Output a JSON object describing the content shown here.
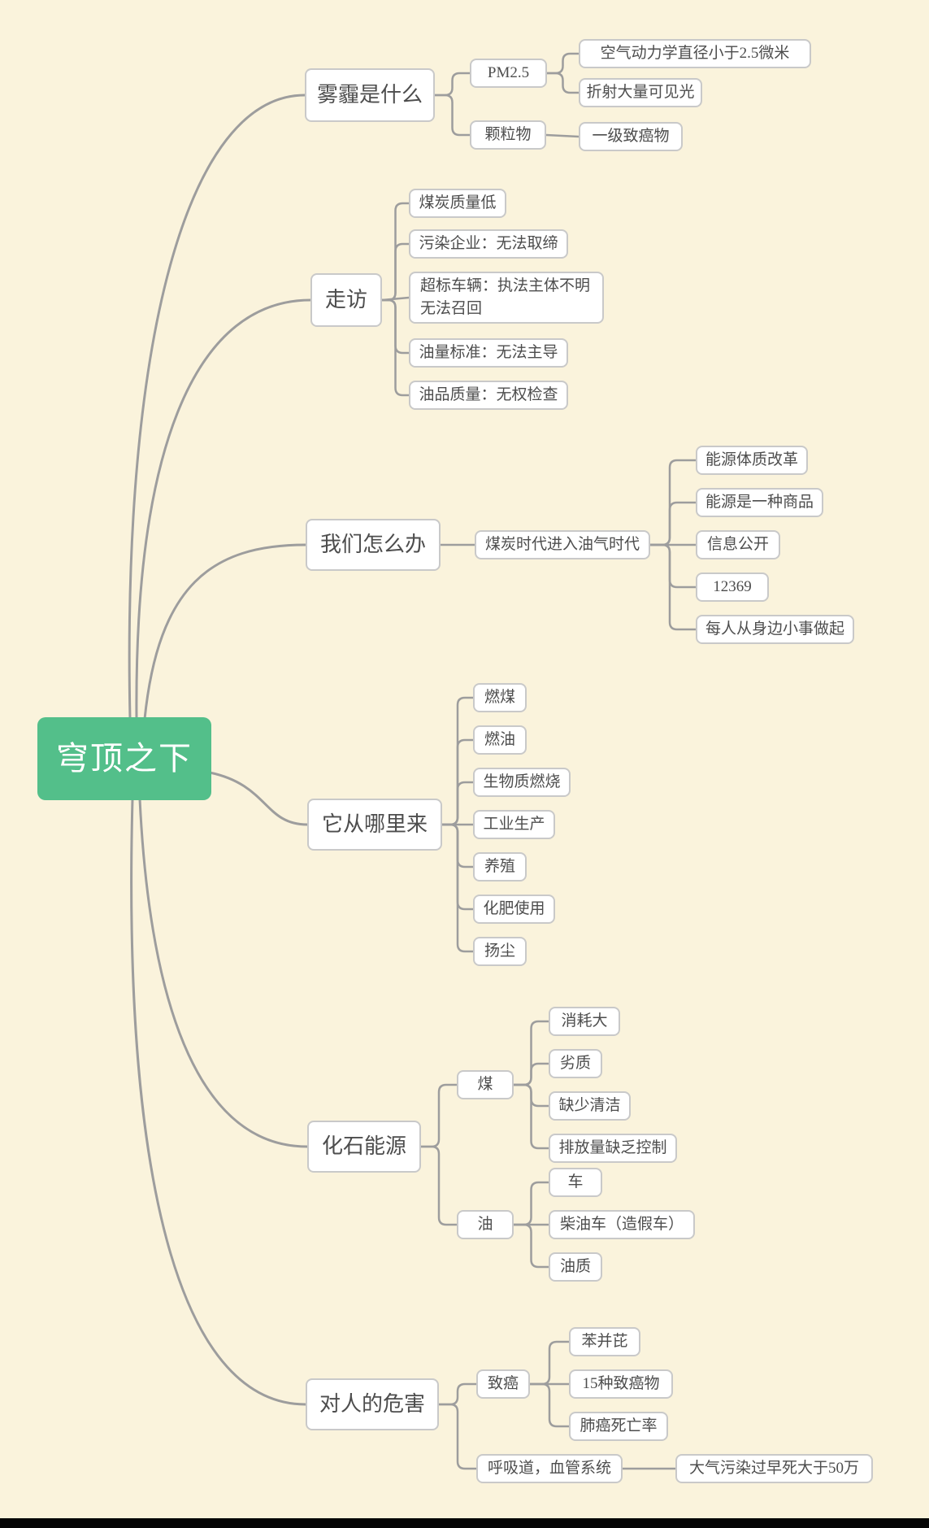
{
  "theme": {
    "background": "#faf3dc",
    "node_fill": "#ffffff",
    "node_border": "#c9c9c9",
    "node_text": "#4d4d4d",
    "root_fill": "#53bf8a",
    "root_text": "#ffffff",
    "edge_color": "#9d9d9d",
    "footer_bar": "#050505"
  },
  "root": {
    "label": "穹顶之下"
  },
  "branches": [
    {
      "label": "雾霾是什么",
      "children": [
        {
          "label": "PM2.5",
          "children": [
            {
              "label": "空气动力学直径小于2.5微米"
            },
            {
              "label": "折射大量可见光"
            }
          ]
        },
        {
          "label": "颗粒物",
          "children": [
            {
              "label": "一级致癌物"
            }
          ]
        }
      ]
    },
    {
      "label": "走访",
      "children": [
        {
          "label": "煤炭质量低"
        },
        {
          "label": "污染企业：无法取缔"
        },
        {
          "label": "超标车辆：执法主体不明\n无法召回"
        },
        {
          "label": "油量标准：无法主导"
        },
        {
          "label": "油品质量：无权检查"
        }
      ]
    },
    {
      "label": "我们怎么办",
      "children": [
        {
          "label": "煤炭时代进入油气时代",
          "children": [
            {
              "label": "能源体质改革"
            },
            {
              "label": "能源是一种商品"
            },
            {
              "label": "信息公开"
            },
            {
              "label": "12369"
            },
            {
              "label": "每人从身边小事做起"
            }
          ]
        }
      ]
    },
    {
      "label": "它从哪里来",
      "children": [
        {
          "label": "燃煤"
        },
        {
          "label": "燃油"
        },
        {
          "label": "生物质燃烧"
        },
        {
          "label": "工业生产"
        },
        {
          "label": "养殖"
        },
        {
          "label": "化肥使用"
        },
        {
          "label": "扬尘"
        }
      ]
    },
    {
      "label": "化石能源",
      "children": [
        {
          "label": "煤",
          "children": [
            {
              "label": "消耗大"
            },
            {
              "label": "劣质"
            },
            {
              "label": "缺少清洁"
            },
            {
              "label": "排放量缺乏控制"
            }
          ]
        },
        {
          "label": "油",
          "children": [
            {
              "label": "车"
            },
            {
              "label": "柴油车（造假车）"
            },
            {
              "label": "油质"
            }
          ]
        }
      ]
    },
    {
      "label": "对人的危害",
      "children": [
        {
          "label": "致癌",
          "children": [
            {
              "label": "苯并芘"
            },
            {
              "label": "15种致癌物"
            },
            {
              "label": "肺癌死亡率"
            }
          ]
        },
        {
          "label": "呼吸道，血管系统",
          "children": [
            {
              "label": "大气污染过早死大于50万"
            }
          ]
        }
      ]
    }
  ]
}
